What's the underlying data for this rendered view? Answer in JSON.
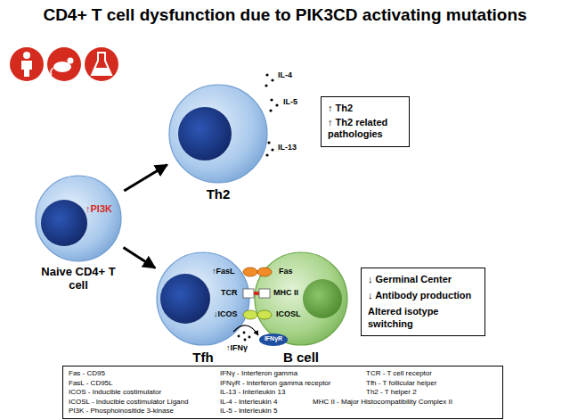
{
  "diagram": {
    "title": "CD4+ T cell dysfunction due to PIK3CD activating mutations",
    "nodes": [
      {
        "text": [
          "↑PI3K",
          "Naive CD4+ T cell"
        ]
      },
      {
        "text": [
          "Th2"
        ]
      },
      {
        "text": [
          "↑ Th2",
          "↑ Th2 related pathologies"
        ]
      },
      {
        "text": [
          "↑FasL",
          "TCR",
          "↓ICOS",
          "Tfh"
        ]
      },
      {
        "text": [
          "Fas",
          "MHC II",
          "ICOSL",
          "IFNγR",
          "B cell"
        ]
      },
      {
        "text": [
          "↓ Germinal Center",
          "↓ Antibody production",
          "Altered isotype switching"
        ]
      },
      {
        "text": [
          "Fas - CD95",
          "FasL - CD95L",
          "ICOS - Inducible costimulator",
          "ICOSL - Inducible costimulator Ligand",
          "PI3K - Phosphoinositide 3-kinase",
          "IFNγ - Interferon gamma",
          "IFNγR - Interferon gamma receptor",
          "IL-13 - Interleukin 13",
          "IL-4 - Interleukin 4",
          "IL-5 - Interleukin 5",
          "TCR - T cell receptor",
          "Tfh - T follicular helper",
          "Th2 - T helper 2",
          "MHC II - Major Histocompatibility Complex II"
        ]
      }
    ],
    "edges": [
      {
        "from": 0,
        "to": 1,
        "arrow": "to"
      },
      {
        "from": 0,
        "to": 3,
        "arrow": "to"
      }
    ],
    "labels": [
      "IL-4",
      "IL-5",
      "IL-13",
      "↑IFNγ"
    ]
  }
}
